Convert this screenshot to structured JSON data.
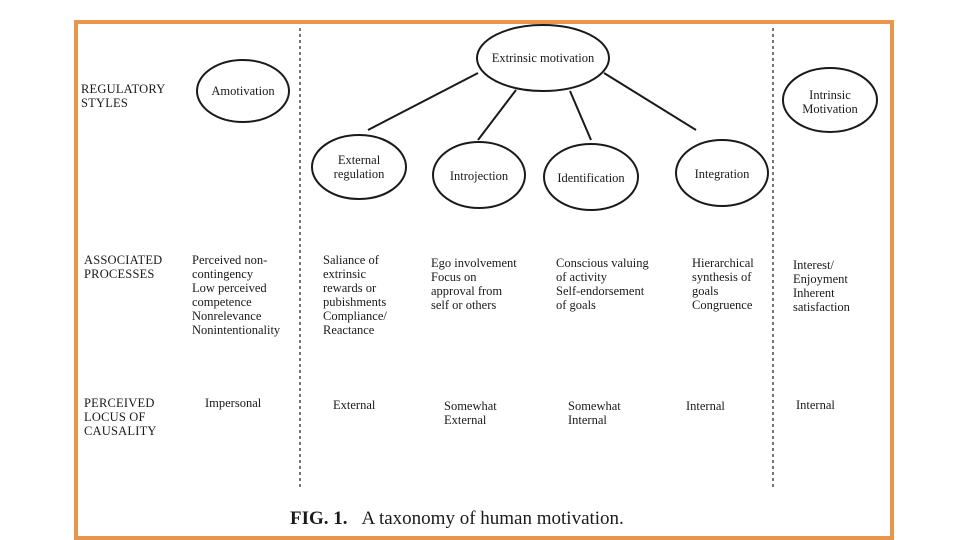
{
  "row_headers": {
    "regulatory_styles": "REGULATORY\nSTYLES",
    "associated_processes": "ASSOCIATED\nPROCESSES",
    "perceived_locus": "PERCEIVED\nLOCUS OF\nCAUSALITY"
  },
  "nodes": {
    "extrinsic": "Extrinsic motivation",
    "amotivation": "Amotivation",
    "intrinsic": "Intrinsic\nMotivation",
    "external_regulation": "External\nregulation",
    "introjection": "Introjection",
    "identification": "Identification",
    "integration": "Integration"
  },
  "processes": {
    "amotivation": "Perceived non-\n  contingency\nLow perceived\n  competence\nNonrelevance\nNonintentionality",
    "external_regulation": "Saliance of\n  extrinsic\n  rewards or\n  pubishments\nCompliance/\nReactance",
    "introjection": "Ego involvement\nFocus on\n  approval from\n  self or others",
    "identification": "Conscious valuing\n  of activity\nSelf-endorsement\nof goals",
    "integration": "Hierarchical\nsynthesis of\ngoals\nCongruence",
    "intrinsic": "Interest/\nEnjoyment\nInherent\nsatisfaction"
  },
  "locus": {
    "amotivation": "Impersonal",
    "external_regulation": "External",
    "introjection": "Somewhat\nExternal",
    "identification": "Somewhat\nInternal",
    "integration": "Internal",
    "intrinsic": "Internal"
  },
  "caption": {
    "label": "FIG. 1.",
    "text": "A taxonomy of human motivation."
  },
  "colors": {
    "frame": "#e8964e",
    "ink": "#1a1a1a"
  }
}
